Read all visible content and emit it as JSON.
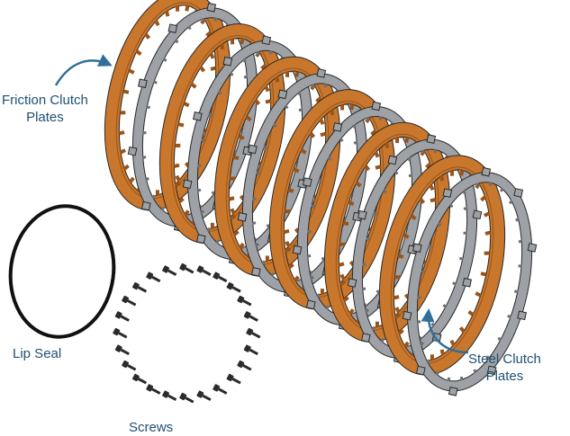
{
  "labels": {
    "friction": {
      "line1": "Friction Clutch",
      "line2": "Plates"
    },
    "steel": {
      "line1": "Steel Clutch",
      "line2": "Plates"
    },
    "lip_seal": "Lip Seal",
    "screws": "Screws"
  },
  "colors": {
    "friction_plate": "#c8772c",
    "friction_plate_dark": "#9a5419",
    "steel_plate": "#9ea2a6",
    "steel_plate_dark": "#6b6f73",
    "outline": "#2a2a2a",
    "seal": "#111111",
    "screw": "#2b2b2b",
    "callout_text": "#1f4f73",
    "arrow": "#2f6f9a"
  },
  "parts": {
    "friction_plate_count": 6,
    "steel_plate_count": 6,
    "screw_count": 24
  }
}
